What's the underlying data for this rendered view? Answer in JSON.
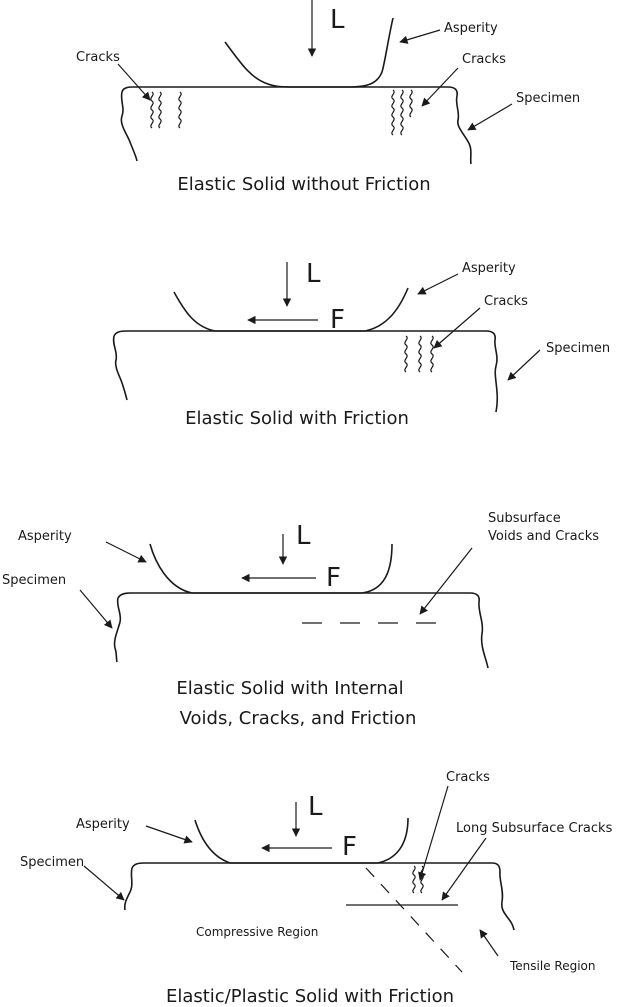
{
  "panels": [
    {
      "caption": "Elastic Solid without Friction",
      "load": "L",
      "asperity": "Asperity",
      "cracks_left": "Cracks",
      "cracks_right": "Cracks",
      "specimen": "Specimen"
    },
    {
      "caption": "Elastic Solid with Friction",
      "load": "L",
      "friction": "F",
      "asperity": "Asperity",
      "cracks": "Cracks",
      "specimen": "Specimen"
    },
    {
      "caption_line1": "Elastic Solid with Internal",
      "caption_line2": "Voids, Cracks, and Friction",
      "load": "L",
      "friction": "F",
      "asperity": "Asperity",
      "specimen": "Specimen",
      "voids_line1": "Subsurface",
      "voids_line2": "Voids and Cracks"
    },
    {
      "caption": "Elastic/Plastic Solid with Friction",
      "load": "L",
      "friction": "F",
      "asperity": "Asperity",
      "specimen": "Specimen",
      "cracks": "Cracks",
      "long_cracks": "Long Subsurface Cracks",
      "compressive": "Compressive Region",
      "tensile": "Tensile Region"
    }
  ]
}
